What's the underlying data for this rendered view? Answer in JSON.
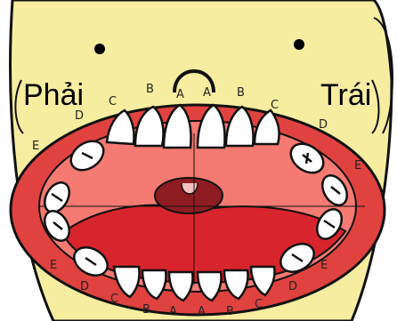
{
  "labels": {
    "right_side": "Phải",
    "left_side": "Trái"
  },
  "upper_tooth_letters": [
    {
      "letter": "E",
      "side": "right"
    },
    {
      "letter": "D",
      "side": "right"
    },
    {
      "letter": "C",
      "side": "right"
    },
    {
      "letter": "B",
      "side": "right"
    },
    {
      "letter": "A",
      "side": "right"
    },
    {
      "letter": "A",
      "side": "left"
    },
    {
      "letter": "B",
      "side": "left"
    },
    {
      "letter": "C",
      "side": "left"
    },
    {
      "letter": "D",
      "side": "left"
    },
    {
      "letter": "E",
      "side": "left"
    }
  ],
  "lower_tooth_letters": [
    {
      "letter": "E",
      "side": "right"
    },
    {
      "letter": "D",
      "side": "right"
    },
    {
      "letter": "C",
      "side": "right"
    },
    {
      "letter": "B",
      "side": "right"
    },
    {
      "letter": "A",
      "side": "right"
    },
    {
      "letter": "A",
      "side": "left"
    },
    {
      "letter": "B",
      "side": "left"
    },
    {
      "letter": "C",
      "side": "left"
    },
    {
      "letter": "D",
      "side": "left"
    },
    {
      "letter": "E",
      "side": "left"
    }
  ],
  "colors": {
    "skin": "#f6eda0",
    "lips": "#e0433f",
    "mouth_inside": "#f47a72",
    "tongue": "#d8242c",
    "uvula": "#8e1c22",
    "teeth": "#ffffff",
    "outline": "#111111"
  }
}
